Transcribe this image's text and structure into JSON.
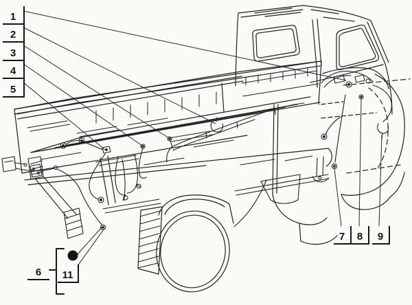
{
  "diagram": {
    "kind": "exploded-parts-line-drawing",
    "colors": {
      "background": "#fafaf8",
      "line": "#1f1f1f",
      "callout": "#141414"
    },
    "callouts": {
      "left_column": [
        {
          "label": "1"
        },
        {
          "label": "2"
        },
        {
          "label": "3"
        },
        {
          "label": "4"
        },
        {
          "label": "5"
        }
      ],
      "bottom_right_row": [
        {
          "label": "7"
        },
        {
          "label": "8"
        },
        {
          "label": "9"
        }
      ],
      "bottom_left_group": {
        "group_label": "6",
        "item_label": "11",
        "has_bullet_marker": true
      }
    }
  }
}
